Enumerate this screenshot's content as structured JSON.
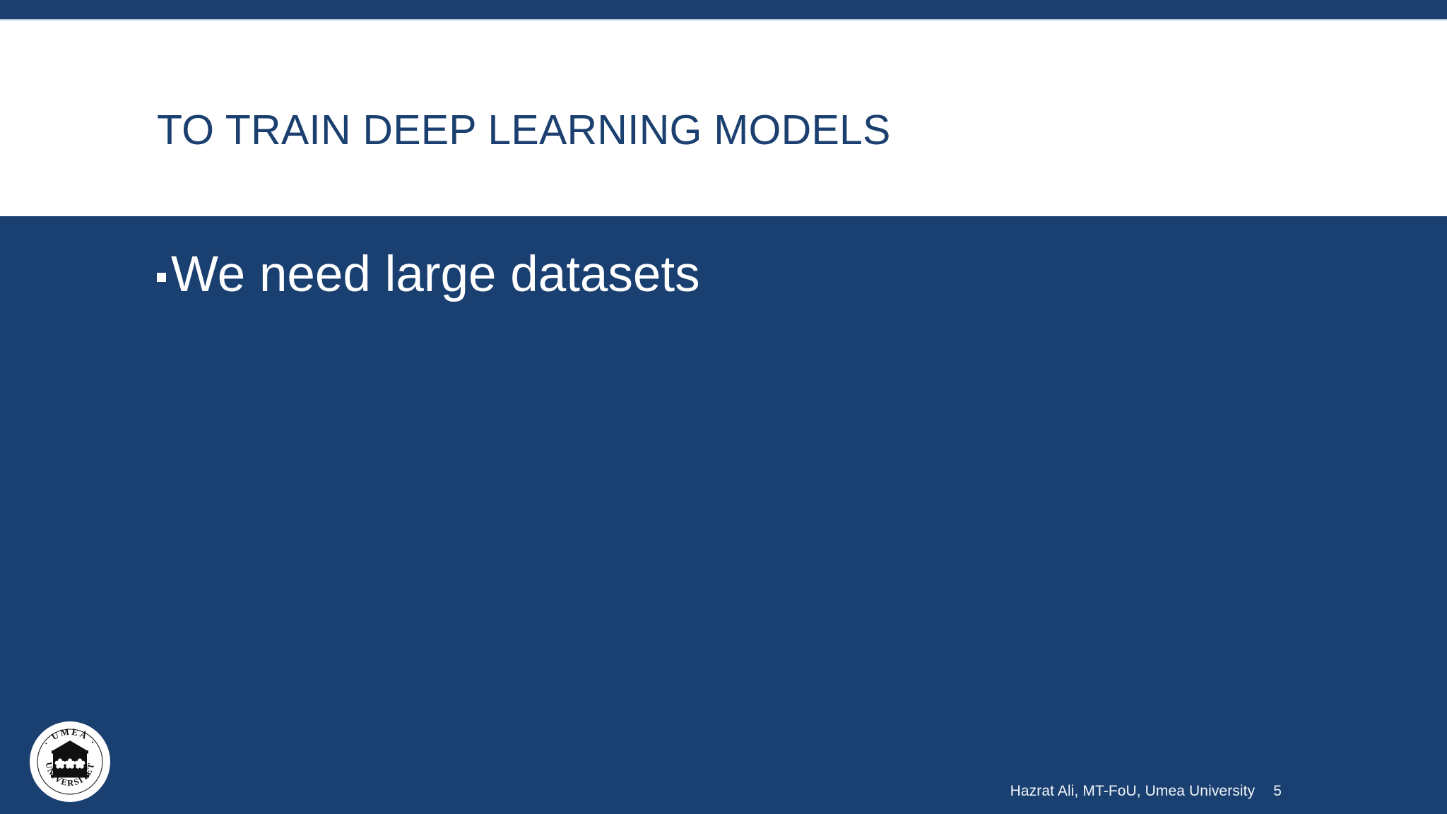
{
  "slide": {
    "title": "To train deep learning models",
    "body_bullets": [
      {
        "marker": "square-bullet",
        "text": "We need large datasets"
      }
    ],
    "footer": {
      "credit": "Hazrat Ali, MT-FoU, Umea University",
      "page_number": "5"
    },
    "logo": {
      "name": "umea-university-logo",
      "top_text": "UMEÅ",
      "bottom_text": "UNIVERSITET",
      "emblem": "building-with-three-rosettes"
    },
    "colors": {
      "navy_background": "#1a4071",
      "top_bar": "#1b406f",
      "title_text": "#1b4070",
      "body_text": "#ffffff",
      "title_band": "#ffffff"
    }
  }
}
